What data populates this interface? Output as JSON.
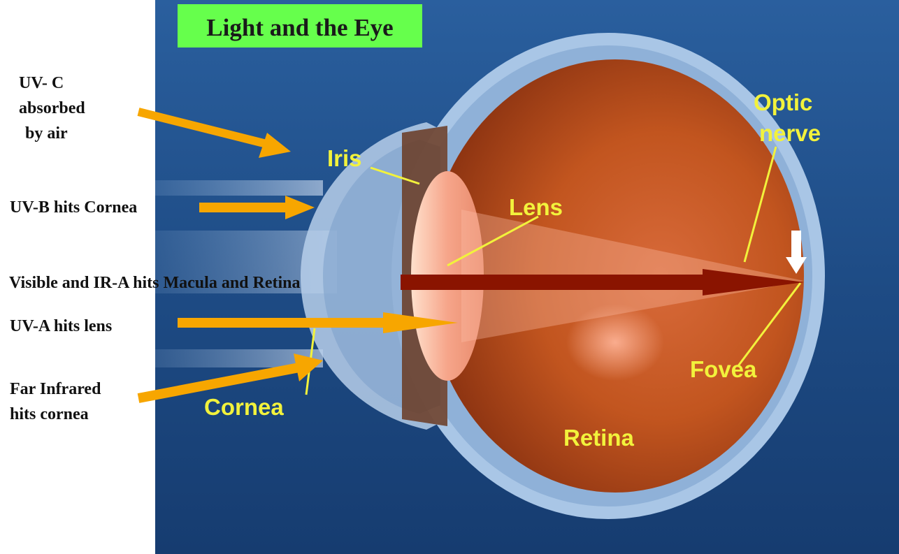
{
  "title": "Light and the Eye",
  "colors": {
    "background_blue": "#1d4a83",
    "title_box": "#66ff4c",
    "arrow_orange": "#f7a600",
    "arrow_red": "#8a1400",
    "anatomy_label": "#f2f23c",
    "eyeball_red": "#b94a1e",
    "sclera": "#a9c6e6"
  },
  "radiation_labels": {
    "uvc_line1": "UV- C",
    "uvc_line2": "absorbed",
    "uvc_line3": "by air",
    "uvb": "UV-B hits Cornea",
    "visible": "Visible and IR-A hits Macula  and  Retina",
    "uva": "UV-A hits lens",
    "far_ir_line1": "Far Infrared",
    "far_ir_line2": "hits cornea"
  },
  "anatomy_labels": {
    "iris": "Iris",
    "lens": "Lens",
    "optic_nerve_line1": "Optic",
    "optic_nerve_line2": "nerve",
    "fovea": "Fovea",
    "cornea": "Cornea",
    "retina": "Retina"
  }
}
